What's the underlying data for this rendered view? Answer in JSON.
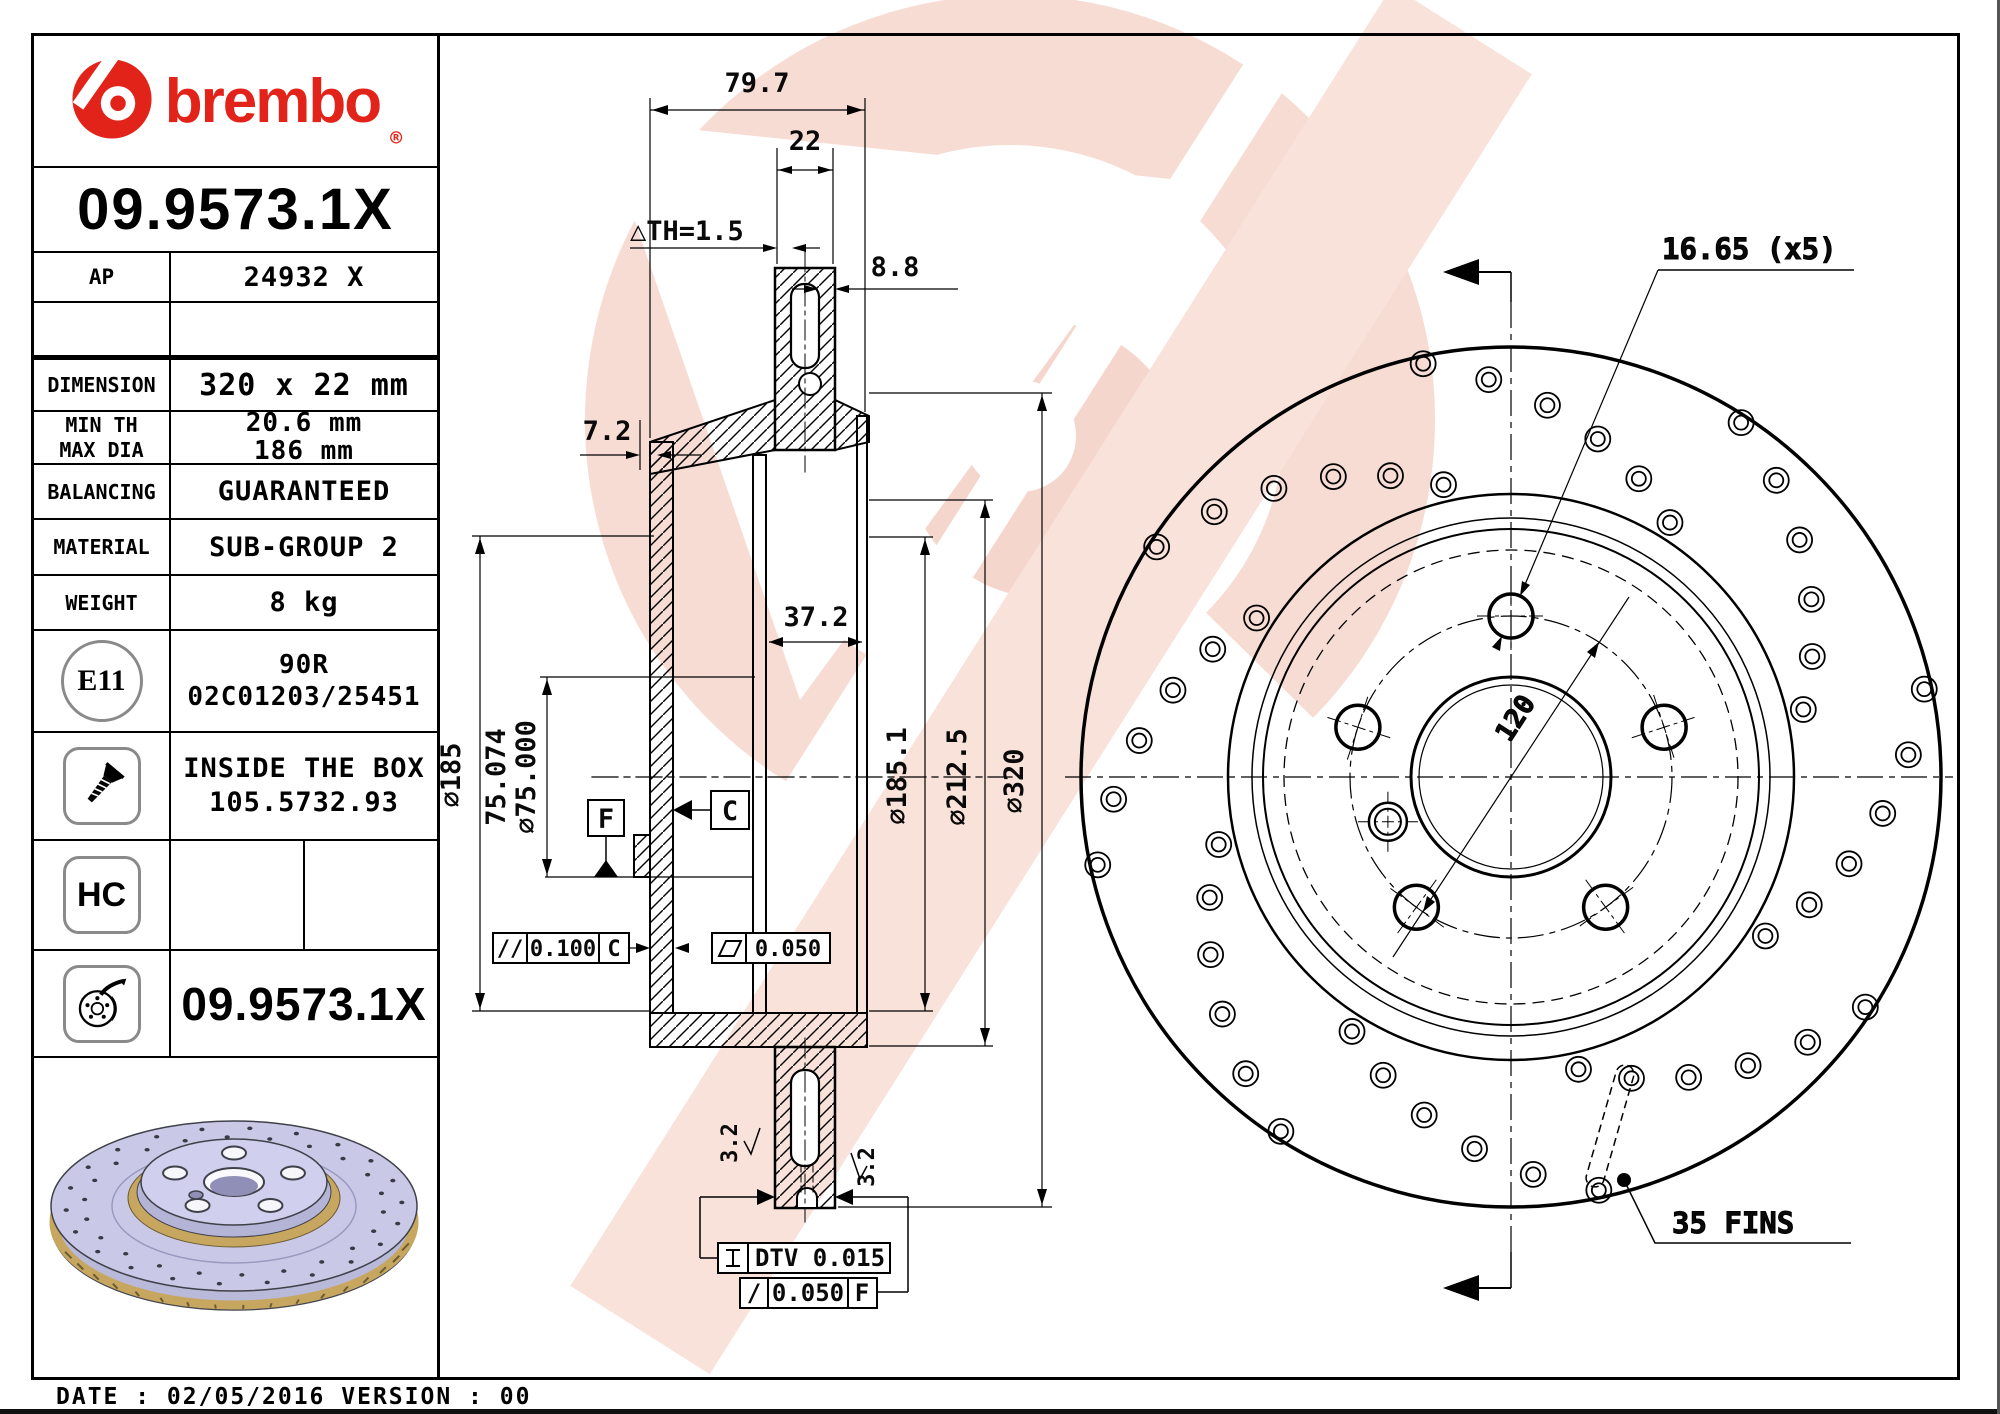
{
  "header": {
    "brand": "brembo",
    "registered": "®",
    "part_number": "09.9573.1X"
  },
  "table": {
    "ap_label": "AP",
    "ap_value": "24932 X",
    "dimension_label": "DIMENSION",
    "dimension_value": "320 x 22 mm",
    "min_th_label": "MIN TH",
    "min_th_value": "20.6 mm",
    "max_dia_label": "MAX DIA",
    "max_dia_value": "186 mm",
    "balancing_label": "BALANCING",
    "balancing_value": "GUARANTEED",
    "material_label": "MATERIAL",
    "material_value": "SUB-GROUP 2",
    "weight_label": "WEIGHT",
    "weight_value": "8 kg",
    "e11_badge": "E11",
    "e11_value1": "90R",
    "e11_value2": "02C01203/25451",
    "inside_value1": "INSIDE THE BOX",
    "inside_value2": "105.5732.93",
    "hc_badge": "HC",
    "bottom_part_number": "09.9573.1X"
  },
  "footer": {
    "date_line": "DATE : 02/05/2016 VERSION : 00"
  },
  "drawing": {
    "width_overall": "79.7",
    "thickness": "22",
    "min_th_note": "△TH=1.5",
    "plate_thickness": "8.8",
    "step": "7.2",
    "hat_depth": "37.2",
    "dia_185": "⌀185",
    "bore_upper": "75.074",
    "bore_lower": "⌀75.000",
    "dia_185_1": "⌀185.1",
    "dia_212_5": "⌀212.5",
    "dia_320": "⌀320",
    "drill_holes": "16.65 (x5)",
    "bolt_circle": "120",
    "fins": "35 FINS",
    "roughness": "3.2",
    "parallel_sym": "//",
    "parallel_val": "0.100",
    "parallel_ref": "C",
    "flatness_val": "0.050",
    "dtv": "DTV 0.015",
    "runout_sym": "/",
    "runout_val": "0.050",
    "runout_ref": "F",
    "datum_f": "F",
    "datum_c": "C"
  }
}
